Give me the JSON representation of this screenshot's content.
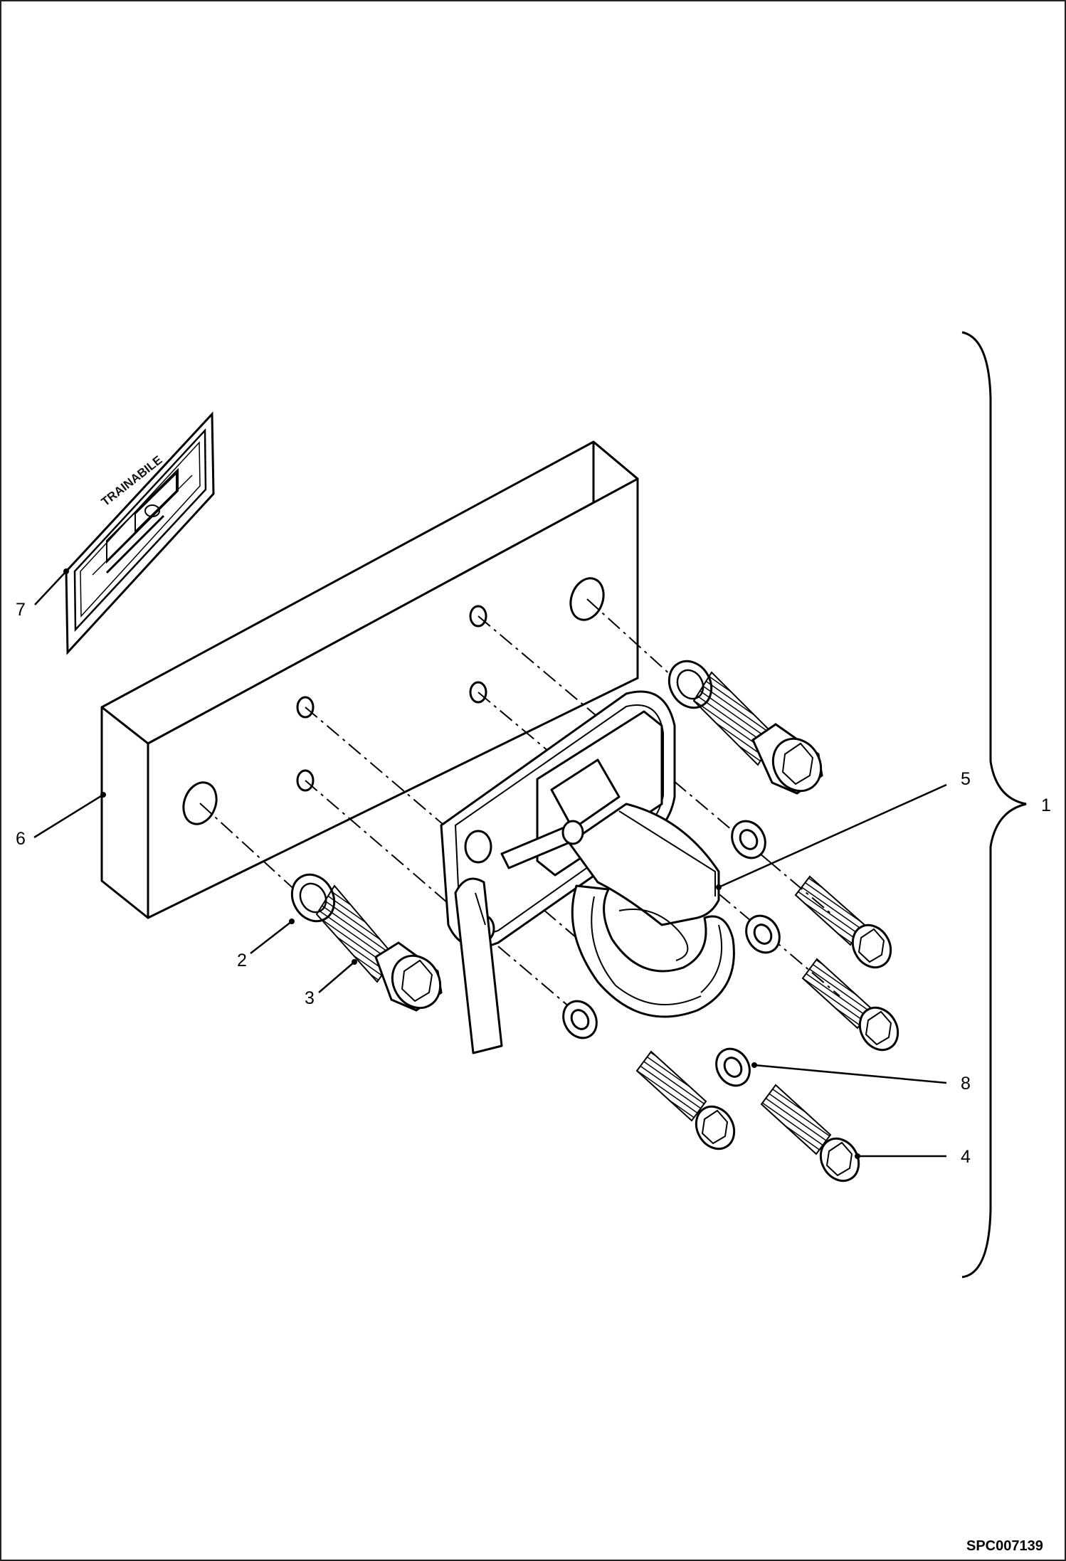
{
  "drawing": {
    "reference": "SPC007139",
    "decal_text": "TRAINABILE",
    "callouts": [
      {
        "id": "callout-1",
        "label": "1"
      },
      {
        "id": "callout-2",
        "label": "2"
      },
      {
        "id": "callout-3",
        "label": "3"
      },
      {
        "id": "callout-4",
        "label": "4"
      },
      {
        "id": "callout-5",
        "label": "5"
      },
      {
        "id": "callout-6",
        "label": "6"
      },
      {
        "id": "callout-7",
        "label": "7"
      },
      {
        "id": "callout-8",
        "label": "8"
      }
    ]
  },
  "colors": {
    "line": "#000000",
    "background": "#ffffff"
  }
}
